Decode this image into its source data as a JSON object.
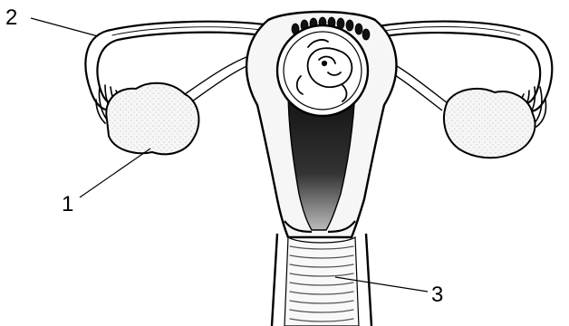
{
  "labels": [
    {
      "id": "label-1",
      "text": "1"
    },
    {
      "id": "label-2",
      "text": "2"
    },
    {
      "id": "label-3",
      "text": "3"
    }
  ],
  "colors": {
    "stroke": "#000000",
    "tissue_fill": "#f4f4f4",
    "cavity_dark": "#1a1a1a",
    "background": "#ffffff"
  }
}
